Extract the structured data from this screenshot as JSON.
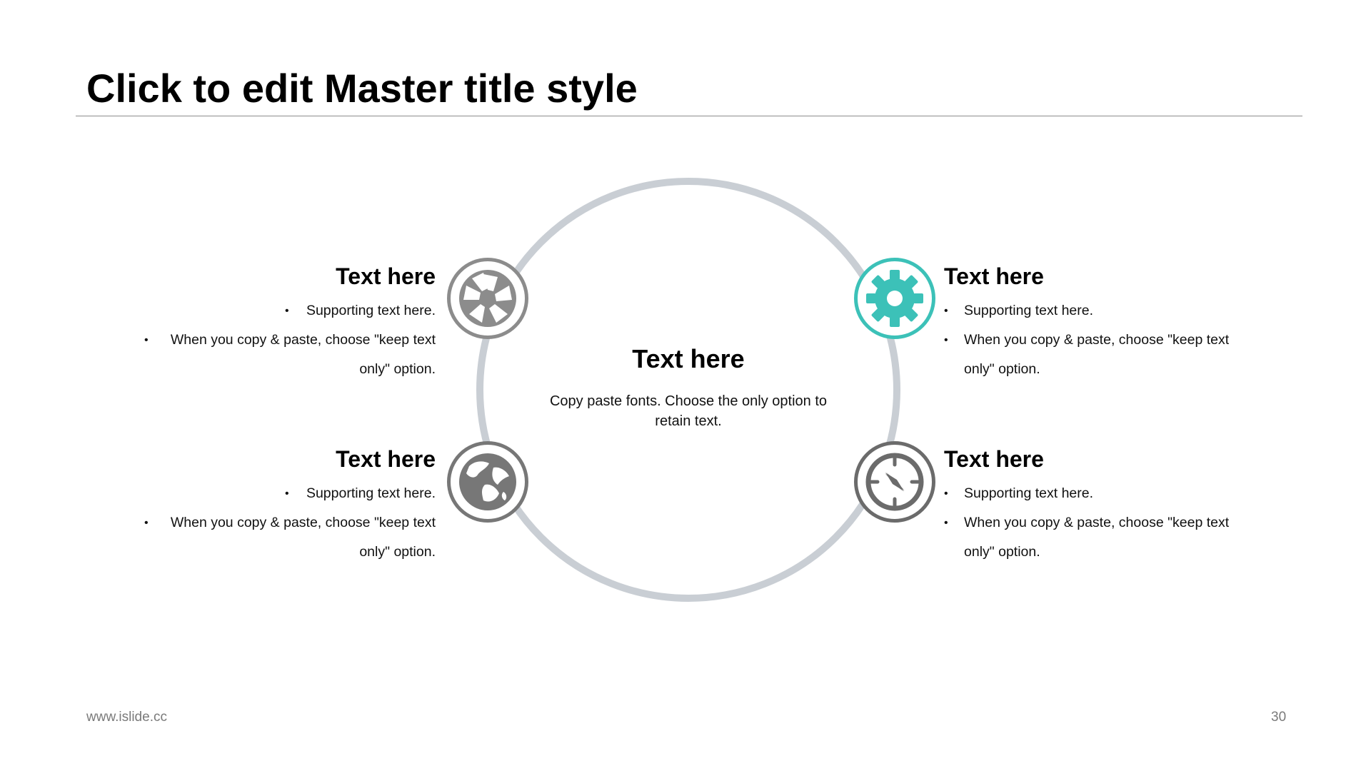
{
  "slide": {
    "title": "Click to edit Master title style",
    "footer_url": "www.islide.cc",
    "page_number": "30"
  },
  "center": {
    "heading": "Text here",
    "description": "Copy paste fonts. Choose the only option to retain text."
  },
  "blocks": [
    {
      "heading": "Text here",
      "bullets": [
        "Supporting text here.",
        "When you copy & paste, choose \"keep text only\" option."
      ],
      "icon": "aperture-icon",
      "color": "#8c8c8c"
    },
    {
      "heading": "Text here",
      "bullets": [
        "Supporting text here.",
        "When you copy & paste, choose \"keep text only\" option."
      ],
      "icon": "gear-icon",
      "color": "#3cc1b8"
    },
    {
      "heading": "Text here",
      "bullets": [
        "Supporting text here.",
        "When you copy & paste, choose \"keep text only\" option."
      ],
      "icon": "globe-icon",
      "color": "#777777"
    },
    {
      "heading": "Text here",
      "bullets": [
        "Supporting text here.",
        "When you copy & paste, choose \"keep text only\" option."
      ],
      "icon": "compass-icon",
      "color": "#6b6b6b"
    }
  ],
  "colors": {
    "ring": "#c9ced4",
    "accent": "#3cc1b8",
    "gray_icon": "#8c8c8c"
  }
}
